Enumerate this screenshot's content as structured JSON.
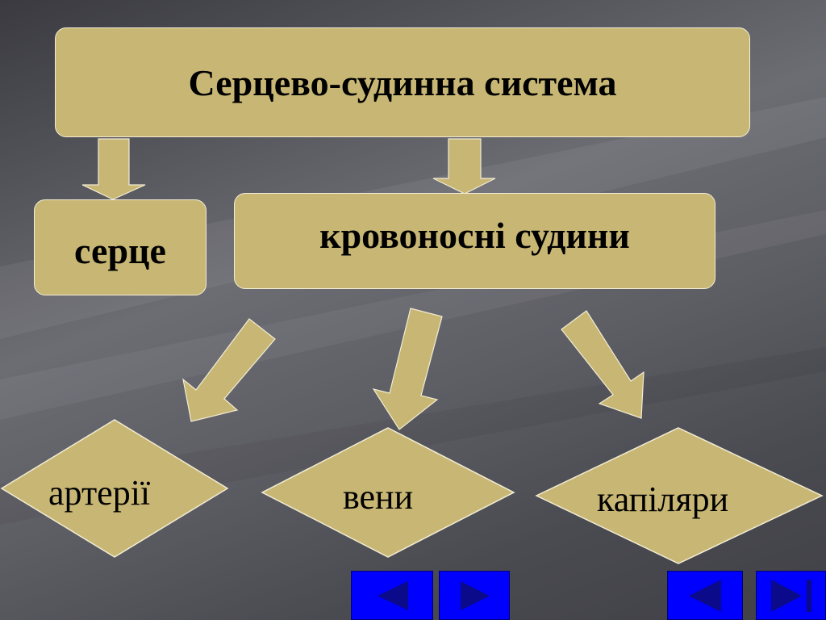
{
  "diagram": {
    "root": "Серцево-судинна система",
    "level1": [
      "серце",
      "кровоносні судини"
    ],
    "level2": [
      "артерії",
      "вени",
      "капіляри"
    ]
  },
  "navigation": {
    "buttons": [
      {
        "icon": "triangle-left-icon"
      },
      {
        "icon": "triangle-right-icon"
      },
      {
        "icon": "triangle-left-icon"
      },
      {
        "icon": "triangle-right-bar-icon"
      }
    ]
  },
  "colors": {
    "box_fill": "#c8b774",
    "box_border": "#f2ecd4",
    "nav_fill": "#0000ff",
    "nav_icon": "#0a0a8a"
  }
}
